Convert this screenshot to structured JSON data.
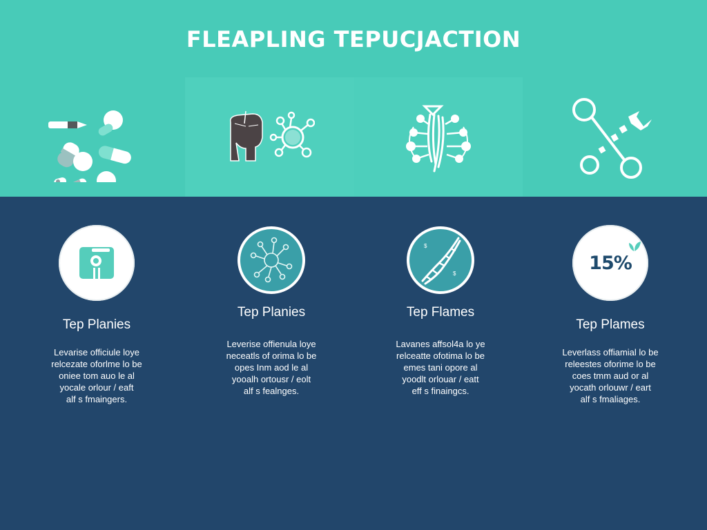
{
  "header": {
    "title": "FLEAPLING TEPUCJACTION"
  },
  "colors": {
    "teal": "#48cbb8",
    "teal_panel": "#4fd0bd",
    "navy": "#22466b",
    "circle_teal": "#3a9fa8",
    "white": "#ffffff",
    "pct_text": "#1e4a6c"
  },
  "top_panels": [
    {
      "icon": "pills-syringe-icon"
    },
    {
      "icon": "hands-molecule-icon"
    },
    {
      "icon": "dna-globe-icon"
    },
    {
      "icon": "scissors-tools-icon"
    }
  ],
  "cards": [
    {
      "icon": "camera-device-icon",
      "title": "Tep Planies",
      "body": [
        "Levarise officiule loye",
        "relcezate oforlme lo be",
        "oniee tom auo le al",
        "yocale orlour / eaft",
        "alf s fmaingers."
      ]
    },
    {
      "icon": "molecule-icon",
      "title": "Tep Planies",
      "body": [
        "Leverise offienula loye",
        "neceatls of orima lo be",
        "opes Inm aod le al",
        "yooalh ortousr / eolt",
        "alf s fealnges."
      ]
    },
    {
      "icon": "dna-icon",
      "title": "Tep Flames",
      "body": [
        "Lavanes affsol4a lo ye",
        "relceatte ofotima lo be",
        "emes tani opore al",
        "yoodlt orlouar / eatt",
        "eff s finaingcs."
      ]
    },
    {
      "icon": "leaf-icon",
      "stat": "15%",
      "title": "Tep Plames",
      "body": [
        "Leverlass offiamial lo be",
        "releestes oforime lo be",
        "coes tmm aud or al",
        "yocath orlouwr / eart",
        "alf s fmaliages."
      ]
    }
  ]
}
